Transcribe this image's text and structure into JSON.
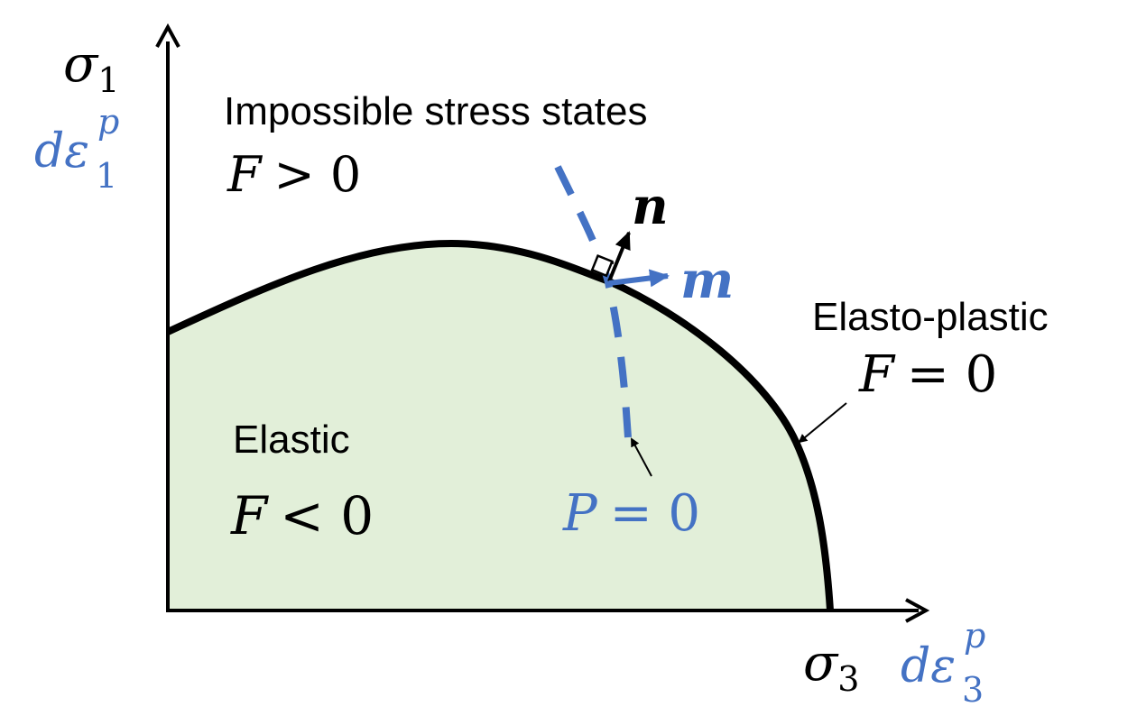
{
  "colors": {
    "elastic_fill": "#e2efd9",
    "curve": "#000000",
    "accent_blue": "#4472c4",
    "text": "#000000"
  },
  "axes": {
    "y_label_symbol": "σ",
    "y_label_sub": "1",
    "y_label_blue_base": "dε",
    "y_label_blue_sup": "p",
    "y_label_blue_sub": "1",
    "x_label_symbol": "σ",
    "x_label_sub": "3",
    "x_label_blue_base": "dε",
    "x_label_blue_sup": "p",
    "x_label_blue_sub": "3"
  },
  "regions": {
    "impossible_title": "Impossible stress states",
    "impossible_eq_lhs": "F",
    "impossible_eq_rhs": "> 0",
    "elastic_title": "Elastic",
    "elastic_eq_lhs": "F",
    "elastic_eq_rhs": "< 0",
    "elastoplastic_title": "Elasto-plastic",
    "elastoplastic_eq_lhs": "F",
    "elastoplastic_eq_rhs": "= 0"
  },
  "potential": {
    "eq_lhs": "P",
    "eq_rhs": "= 0"
  },
  "vectors": {
    "normal_label": "n",
    "flow_label": "m"
  }
}
